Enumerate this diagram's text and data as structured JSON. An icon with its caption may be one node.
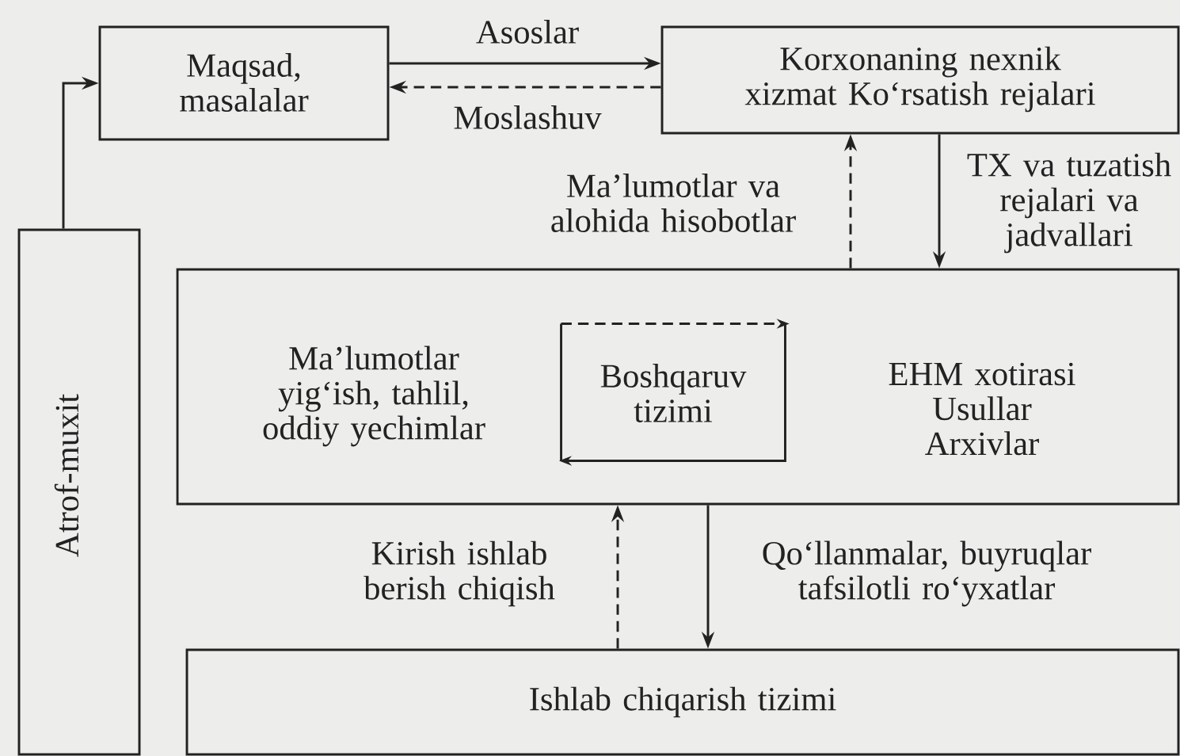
{
  "diagram": {
    "nodes": [
      {
        "text": [
          "Maqsad, masalalar"
        ]
      },
      {
        "text": [
          "Korxonaning nexnik xizmat Ko‘rsatish rejalari"
        ]
      },
      {
        "text": [
          "Atrof-muxit"
        ]
      },
      {
        "text": [
          "Ma’lumotlar yig‘ish, tahlil, oddiy yechimlar",
          "EHM xotirasi Usullar Arxivlar"
        ]
      },
      {
        "text": [
          "Boshqaruv tizimi"
        ],
        "in": 3
      },
      {
        "text": [
          "Ishlab chiqarish tizimi"
        ]
      }
    ],
    "edges": [
      {
        "from": 0,
        "to": 1,
        "arrow": "to",
        "label": "Asoslar"
      },
      {
        "from": 1,
        "to": 0,
        "arrow": "to",
        "style": "dashed",
        "label": "Moslashuv"
      },
      {
        "from": 3,
        "to": 1,
        "arrow": "to",
        "style": "dashed",
        "label": "Ma’lumotlar va alohida hisobotlar"
      },
      {
        "from": 1,
        "to": 3,
        "arrow": "to",
        "label": "TX va tuzatish rejalari va jadvallari"
      },
      {
        "from": 2,
        "to": 0,
        "arrow": "to"
      },
      {
        "from": 5,
        "to": 3,
        "arrow": "to",
        "style": "dashed",
        "label": "Kirish ishlab berish chiqish"
      },
      {
        "from": 3,
        "to": 5,
        "arrow": "to",
        "label": "Qo‘llanmalar, buyruqlar tafsilotli ro‘yxatlar"
      }
    ]
  }
}
